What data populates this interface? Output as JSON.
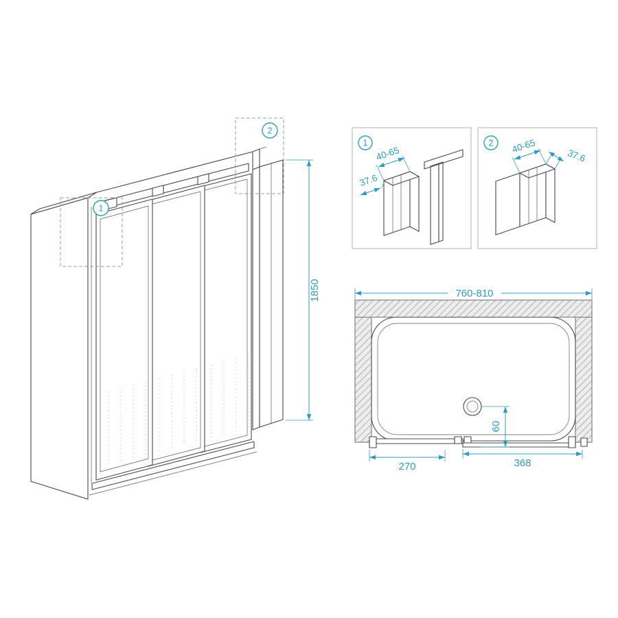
{
  "colors": {
    "accent_blue": "#2e9bc3",
    "line_dark": "#474747",
    "hatch_gray": "#9a9a9a",
    "background": "#ffffff"
  },
  "callouts": {
    "one": "1",
    "two": "2"
  },
  "main_view": {
    "height_dim": "1850"
  },
  "details": {
    "one": {
      "callout": "1",
      "width": "40-65",
      "depth": "37.6"
    },
    "two": {
      "callout": "2",
      "width": "40-65",
      "depth": "37.6"
    }
  },
  "plan": {
    "width": "760-810",
    "drain_offset": "60",
    "left_section": "270",
    "right_section": "368"
  }
}
